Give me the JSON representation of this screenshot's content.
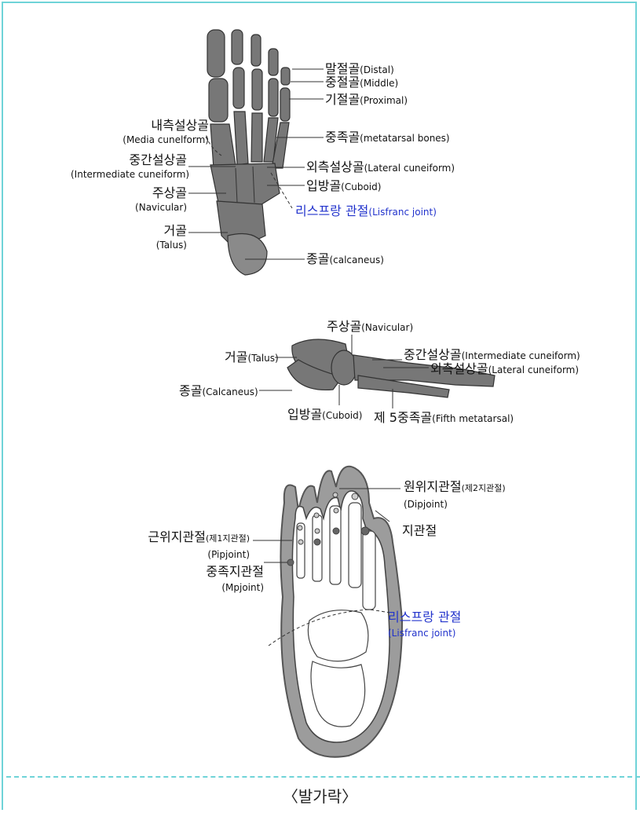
{
  "caption": "〈발가락〉",
  "top_view": {
    "distal_ko": "말절골",
    "distal_en": "(Distal)",
    "middle_ko": "중절골",
    "middle_en": "(Middle)",
    "proximal_ko": "기절골",
    "proximal_en": "(Proximal)",
    "metatarsal_ko": "중족골",
    "metatarsal_en": "(metatarsal bones)",
    "lateral_cuneiform_ko": "외측설상골",
    "lateral_cuneiform_en": "(Lateral cuneiform)",
    "cuboid_ko": "입방골",
    "cuboid_en": "(Cuboid)",
    "lisfranc_ko": "리스프랑 관절",
    "lisfranc_en": "(Lisfranc joint)",
    "calcaneus_ko": "종골",
    "calcaneus_en": "(calcaneus)",
    "medial_cuneiform_ko": "내측설상골",
    "medial_cuneiform_en": "(Media cunelform)",
    "intermediate_cuneiform_ko": "중간설상골",
    "intermediate_cuneiform_en": "(Intermediate cuneiform)",
    "navicular_ko": "주상골",
    "navicular_en": "(Navicular)",
    "talus_ko": "거골",
    "talus_en": "(Talus)"
  },
  "side_view": {
    "navicular_ko": "주상골",
    "navicular_en": "(Navicular)",
    "talus_ko": "거골",
    "talus_en": "(Talus)",
    "intermediate_ko": "중간설상골",
    "intermediate_en": "(Intermediate cuneiform)",
    "lateral_ko": "외측설상골",
    "lateral_en": "(Lateral cuneiform)",
    "calcaneus_ko": "종골",
    "calcaneus_en": "(Calcaneus)",
    "cuboid_ko": "입방골",
    "cuboid_en": "(Cuboid)",
    "fifth_ko": "제 5중족골",
    "fifth_en": "(Fifth metatarsal)"
  },
  "sole_view": {
    "dip_ko": "원위지관절",
    "dip_sub": "(제2지관절)",
    "dip_en": "(Dipjoint)",
    "joint_ko": "지관절",
    "pip_ko": "근위지관절",
    "pip_sub": "(제1지관절)",
    "pip_en": "(Pipjoint)",
    "mp_ko": "중족지관절",
    "mp_en": "(Mpjoint)",
    "lisfranc_ko": "리스프랑 관절",
    "lisfranc_en": "(Lisfranc joint)"
  },
  "colors": {
    "frame": "#6fd3d8",
    "lisfranc": "#2233cc",
    "bone": "#7a7a7a"
  }
}
